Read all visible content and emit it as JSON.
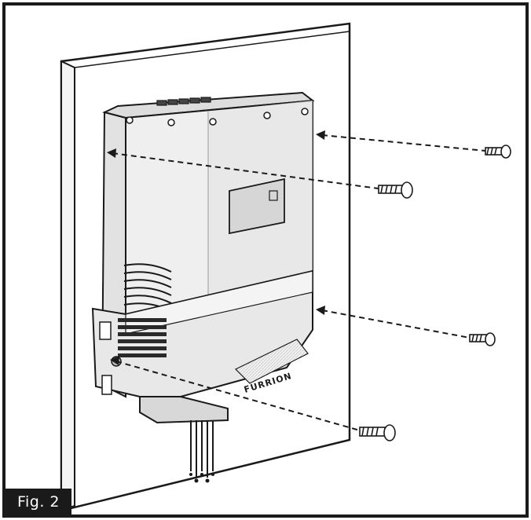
{
  "figure": {
    "label": "Fig. 2",
    "brand_text": "FURRION",
    "colors": {
      "outline": "#1a1a1a",
      "panel": "#ffffff",
      "device_face": "#eeeeee",
      "device_side": "#dcdcdc",
      "label_bg": "#1a1a1a",
      "label_text": "#ffffff"
    },
    "screw_count": 4
  }
}
